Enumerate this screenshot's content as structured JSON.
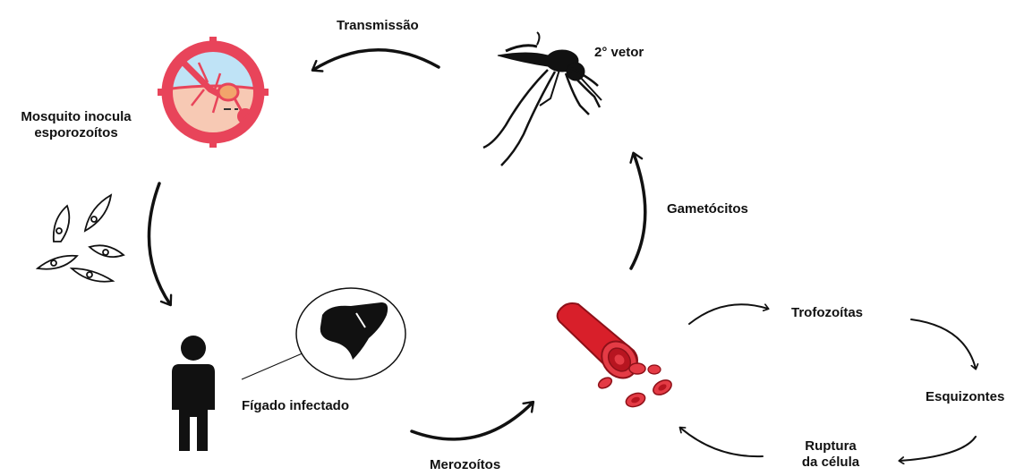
{
  "labels": {
    "transmission": "Transmissão",
    "second_vector": "2° vetor",
    "mosquito_inoculates": [
      "Mosquito inocula",
      "esporozoítos"
    ],
    "gametocytes": "Gametócitos",
    "infected_liver": "Fígado infectado",
    "merozoites": "Merozoítos",
    "trophozoites": "Trofozoítas",
    "schizonts": "Esquizontes",
    "cell_rupture": [
      "Ruptura",
      "da célula"
    ]
  },
  "icons": {
    "mosquito_target": "mosquito-bite-target-icon",
    "mosquito": "mosquito-silhouette-icon",
    "sporozoites": "sporozoite-cells-icon",
    "person": "person-icon",
    "liver": "liver-icon",
    "blood_vessel": "blood-vessel-icon"
  },
  "colors": {
    "ink": "#111111",
    "blood_red": "#d81f2a",
    "blood_dark": "#8e1018",
    "target_red": "#e8445a",
    "sky_blue": "#bfe3f6",
    "skin": "#f7c9b4"
  }
}
